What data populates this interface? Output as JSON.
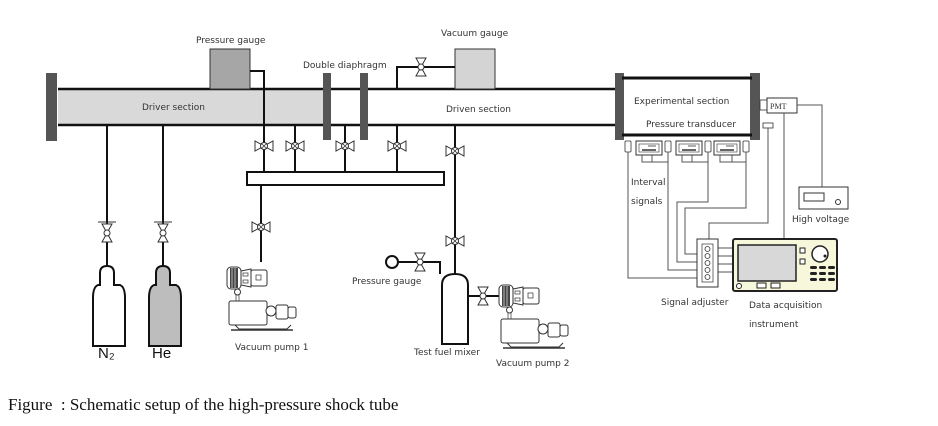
{
  "figure": {
    "caption": "Figure  : Schematic setup of the high-pressure shock tube"
  },
  "labels": {
    "pressure_gauge_top": "Pressure gauge",
    "vacuum_gauge": "Vacuum gauge",
    "double_diaphragm": "Double diaphragm",
    "driver_section": "Driver section",
    "driven_section": "Driven section",
    "experimental_section": "Experimental section",
    "pressure_transducer": "Pressure transducer",
    "pmt": "PMT",
    "interval_signals_1": "Interval",
    "interval_signals_2": "signals",
    "high_voltage": "High voltage",
    "signal_adjuster": "Signal adjuster",
    "daq_1": "Data acquisition",
    "daq_2": "instrument",
    "n2": "N₂",
    "he": "He",
    "vacuum_pump_1": "Vacuum pump 1",
    "pressure_gauge_mixer": "Pressure gauge",
    "test_fuel_mixer": "Test fuel mixer",
    "vacuum_pump_2": "Vacuum pump 2"
  },
  "colors": {
    "line": "#111111",
    "flange": "#555555",
    "driver_fill": "#d9d9d9",
    "gauge_dark": "#a6a6a6",
    "gauge_light": "#d4d4d4",
    "he_fill": "#bdbdbd",
    "daq_body": "#f7f7dc",
    "daq_screen": "#d8d8d8",
    "thin_line": "#666666"
  }
}
